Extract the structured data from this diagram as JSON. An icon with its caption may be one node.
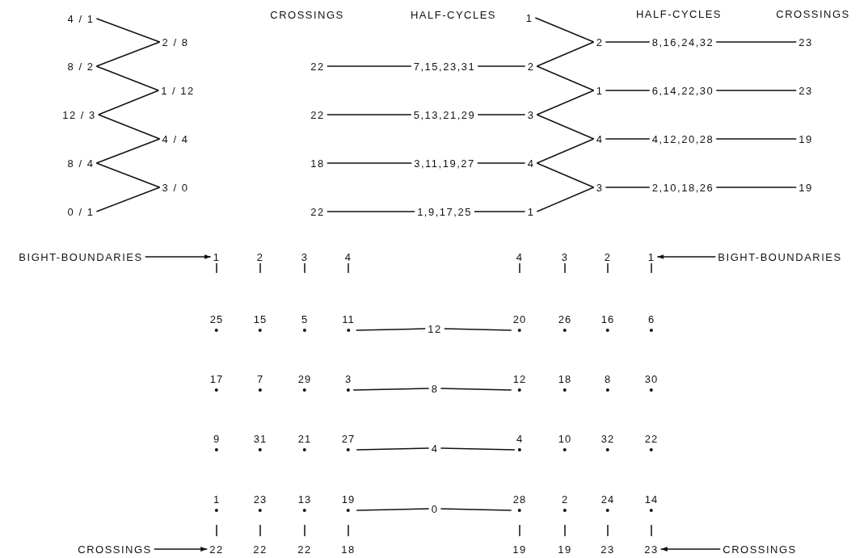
{
  "diagram": {
    "nodes": [
      {
        "text": [
          "4 / 1"
        ]
      },
      {
        "text": [
          "2 / 8"
        ]
      },
      {
        "text": [
          "8 / 2"
        ]
      },
      {
        "text": [
          "1 / 12"
        ]
      },
      {
        "text": [
          "12 / 3"
        ]
      },
      {
        "text": [
          "4 / 4"
        ]
      },
      {
        "text": [
          "8 / 4"
        ]
      },
      {
        "text": [
          "3 / 0"
        ]
      },
      {
        "text": [
          "0 / 1"
        ]
      },
      {
        "text": [
          "1"
        ]
      },
      {
        "text": [
          "2"
        ]
      },
      {
        "text": [
          "8,16,24,32"
        ]
      },
      {
        "text": [
          "23"
        ]
      },
      {
        "text": [
          "22"
        ]
      },
      {
        "text": [
          "7,15,23,31"
        ]
      },
      {
        "text": [
          "2"
        ]
      },
      {
        "text": [
          "1"
        ]
      },
      {
        "text": [
          "6,14,22,30"
        ]
      },
      {
        "text": [
          "23"
        ]
      },
      {
        "text": [
          "22"
        ]
      },
      {
        "text": [
          "5,13,21,29"
        ]
      },
      {
        "text": [
          "3"
        ]
      },
      {
        "text": [
          "4"
        ]
      },
      {
        "text": [
          "4,12,20,28"
        ]
      },
      {
        "text": [
          "19"
        ]
      },
      {
        "text": [
          "18"
        ]
      },
      {
        "text": [
          "3,11,19,27"
        ]
      },
      {
        "text": [
          "4"
        ]
      },
      {
        "text": [
          "3"
        ]
      },
      {
        "text": [
          "2,10,18,26"
        ]
      },
      {
        "text": [
          "19"
        ]
      },
      {
        "text": [
          "22"
        ]
      },
      {
        "text": [
          "1,9,17,25"
        ]
      },
      {
        "text": [
          "1"
        ]
      },
      {
        "text": [
          "BIGHT-BOUNDARIES"
        ]
      },
      {
        "text": [
          "1"
        ]
      },
      {
        "text": [
          "1"
        ]
      },
      {
        "text": [
          "BIGHT-BOUNDARIES"
        ]
      },
      {
        "text": [
          "11"
        ]
      },
      {
        "text": [
          "12"
        ]
      },
      {
        "text": [
          "20"
        ]
      },
      {
        "text": [
          "3"
        ]
      },
      {
        "text": [
          "8"
        ]
      },
      {
        "text": [
          "12"
        ]
      },
      {
        "text": [
          "27"
        ]
      },
      {
        "text": [
          "4"
        ]
      },
      {
        "text": [
          "4"
        ]
      },
      {
        "text": [
          "19"
        ]
      },
      {
        "text": [
          "0"
        ]
      },
      {
        "text": [
          "28"
        ]
      },
      {
        "text": [
          "CROSSINGS"
        ]
      },
      {
        "text": [
          "22"
        ]
      },
      {
        "text": [
          "23"
        ]
      },
      {
        "text": [
          "CROSSINGS"
        ]
      }
    ],
    "edges": [
      {
        "from": 0,
        "to": 1,
        "arrow": "none"
      },
      {
        "from": 1,
        "to": 2,
        "arrow": "none"
      },
      {
        "from": 2,
        "to": 3,
        "arrow": "none"
      },
      {
        "from": 3,
        "to": 4,
        "arrow": "none"
      },
      {
        "from": 4,
        "to": 5,
        "arrow": "none"
      },
      {
        "from": 5,
        "to": 6,
        "arrow": "none"
      },
      {
        "from": 6,
        "to": 7,
        "arrow": "none"
      },
      {
        "from": 7,
        "to": 8,
        "arrow": "none"
      },
      {
        "from": 13,
        "to": 14,
        "arrow": "none"
      },
      {
        "from": 14,
        "to": 15,
        "arrow": "none"
      },
      {
        "from": 19,
        "to": 20,
        "arrow": "none"
      },
      {
        "from": 20,
        "to": 21,
        "arrow": "none"
      },
      {
        "from": 25,
        "to": 26,
        "arrow": "none"
      },
      {
        "from": 26,
        "to": 27,
        "arrow": "none"
      },
      {
        "from": 31,
        "to": 32,
        "arrow": "none"
      },
      {
        "from": 32,
        "to": 33,
        "arrow": "none"
      },
      {
        "from": 9,
        "to": 10,
        "arrow": "none"
      },
      {
        "from": 10,
        "to": 15,
        "arrow": "none"
      },
      {
        "from": 15,
        "to": 16,
        "arrow": "none"
      },
      {
        "from": 16,
        "to": 21,
        "arrow": "none"
      },
      {
        "from": 21,
        "to": 22,
        "arrow": "none"
      },
      {
        "from": 22,
        "to": 27,
        "arrow": "none"
      },
      {
        "from": 27,
        "to": 28,
        "arrow": "none"
      },
      {
        "from": 28,
        "to": 33,
        "arrow": "none"
      },
      {
        "from": 10,
        "to": 11,
        "arrow": "none"
      },
      {
        "from": 11,
        "to": 12,
        "arrow": "none"
      },
      {
        "from": 16,
        "to": 17,
        "arrow": "none"
      },
      {
        "from": 17,
        "to": 18,
        "arrow": "none"
      },
      {
        "from": 22,
        "to": 23,
        "arrow": "none"
      },
      {
        "from": 23,
        "to": 24,
        "arrow": "none"
      },
      {
        "from": 28,
        "to": 29,
        "arrow": "none"
      },
      {
        "from": 29,
        "to": 30,
        "arrow": "none"
      },
      {
        "from": 34,
        "to": 35,
        "arrow": "to"
      },
      {
        "from": 37,
        "to": 36,
        "arrow": "to"
      },
      {
        "from": 38,
        "to": 39,
        "arrow": "none"
      },
      {
        "from": 39,
        "to": 40,
        "arrow": "none"
      },
      {
        "from": 41,
        "to": 42,
        "arrow": "none"
      },
      {
        "from": 42,
        "to": 43,
        "arrow": "none"
      },
      {
        "from": 44,
        "to": 45,
        "arrow": "none"
      },
      {
        "from": 45,
        "to": 46,
        "arrow": "none"
      },
      {
        "from": 47,
        "to": 48,
        "arrow": "none"
      },
      {
        "from": 48,
        "to": 49,
        "arrow": "none"
      },
      {
        "from": 50,
        "to": 51,
        "arrow": "to"
      },
      {
        "from": 53,
        "to": 52,
        "arrow": "to"
      }
    ],
    "labels": [
      "CROSSINGS",
      "HALF-CYCLES",
      "HALF-CYCLES",
      "CROSSINGS",
      "2",
      "3",
      "4",
      "4",
      "3",
      "2",
      "25",
      "15",
      "5",
      "26",
      "16",
      "6",
      "17",
      "7",
      "29",
      "18",
      "8",
      "30",
      "9",
      "31",
      "21",
      "10",
      "32",
      "22",
      "1",
      "23",
      "13",
      "2",
      "24",
      "14",
      "22",
      "22",
      "18",
      "19",
      "19",
      "23"
    ]
  }
}
